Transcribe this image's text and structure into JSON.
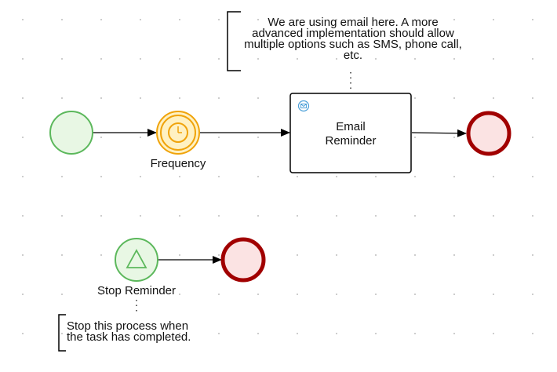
{
  "annotations": {
    "top": "We are using email here. A more\nadvanced implementation should allow\nmultiple options such as SMS, phone call,\netc.",
    "bottom": "Stop this process when\nthe task has completed."
  },
  "events": {
    "timer_label": "Frequency",
    "signal_label": "Stop Reminder"
  },
  "tasks": {
    "email": {
      "label_line1": "Email",
      "label_line2": "Reminder",
      "icon": "send-task-icon"
    }
  },
  "colors": {
    "start_stroke": "#5cb85c",
    "start_fill": "#e8f7e4",
    "timer_stroke": "#f0a30a",
    "timer_fill": "#fff1c2",
    "end_stroke": "#a10000",
    "end_fill": "#fbe3e3",
    "task_icon": "#4a9fd8"
  }
}
